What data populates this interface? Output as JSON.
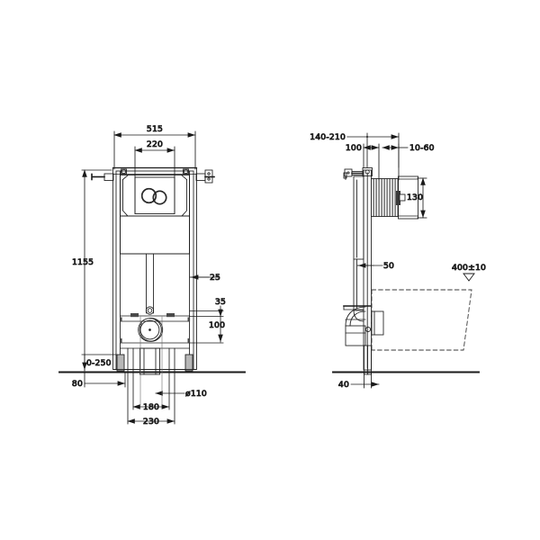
{
  "drawing": {
    "title": "Concealed cistern frame installation drawing",
    "type": "technical-dimension-drawing",
    "units": "mm",
    "line_color": "#1a1a1a",
    "background_color": "#ffffff",
    "views": [
      {
        "name": "front-elevation",
        "position": "left"
      },
      {
        "name": "side-elevation",
        "position": "right"
      }
    ]
  },
  "front_view": {
    "label": "front-elevation",
    "dimensions": {
      "overall_width": "515",
      "plate_width": "220",
      "overall_height": "1155",
      "frame_depth": "25",
      "offset_35": "35",
      "offset_100": "100",
      "foot_adjust": "0-250",
      "floor_offset": "80",
      "waste_diameter": "ø110",
      "bolt_spacing": "180",
      "outer_spacing": "230"
    }
  },
  "side_view": {
    "label": "side-elevation",
    "dimensions": {
      "depth_range": "140-210",
      "depth_100": "100",
      "wall_gap": "10-60",
      "plate_height": "130",
      "rail_50": "50",
      "waste_40": "40",
      "bowl_height": "400±10"
    }
  },
  "annotations": {
    "floor_line": "ground-level-reference",
    "bowl_outline": "dashed-wc-pan-outline",
    "level_symbol": "▽"
  }
}
